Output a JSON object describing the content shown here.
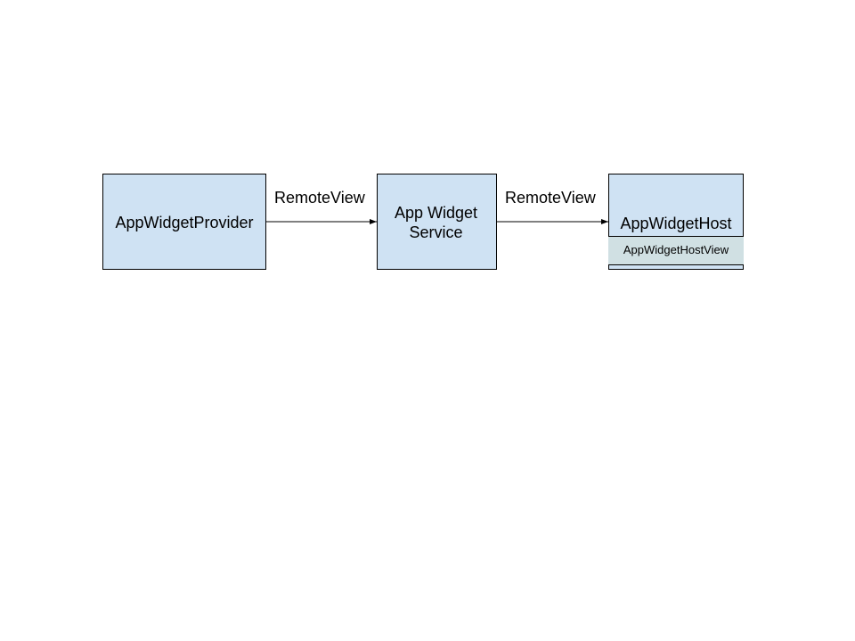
{
  "nodes": {
    "provider": {
      "label": "AppWidgetProvider"
    },
    "service": {
      "label": "App Widget\nService"
    },
    "host": {
      "label": "AppWidgetHost",
      "view_label": "AppWidgetHostView"
    }
  },
  "edges": [
    {
      "from": "provider",
      "to": "service",
      "label": "RemoteView"
    },
    {
      "from": "service",
      "to": "host",
      "label": "RemoteView"
    }
  ],
  "colors": {
    "box_fill": "#cfe2f3",
    "subbox_fill": "#d0e0e3",
    "stroke": "#000000"
  }
}
